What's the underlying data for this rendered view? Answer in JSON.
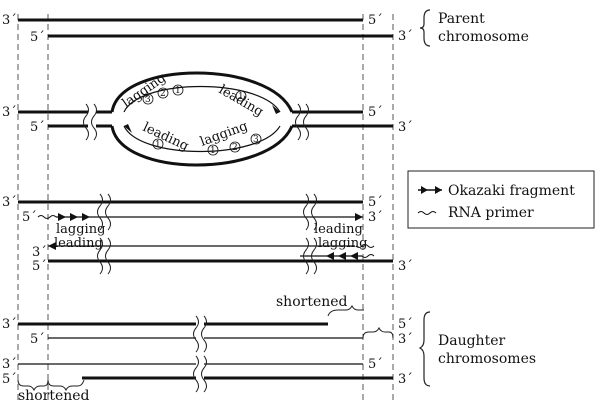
{
  "labels": {
    "parent_line1": "Parent",
    "parent_line2": "chromosome",
    "daughter_line1": "Daughter",
    "daughter_line2": "chromosomes",
    "okazaki": "Okazaki fragment",
    "rna_primer": "RNA primer",
    "shortened_top": "shortened",
    "shortened_bottom": "shortened"
  },
  "bubble": {
    "top_lagging": "lagging",
    "top_leading": "leading",
    "bottom_leading": "leading",
    "bottom_lagging": "lagging",
    "n3": "3",
    "n2": "2",
    "n1": "1"
  },
  "fork": {
    "left_lagging": "lagging",
    "left_leading": "leading",
    "right_leading": "leading",
    "right_lagging": "lagging"
  },
  "ends": {
    "three": "3´",
    "five": "5´"
  }
}
